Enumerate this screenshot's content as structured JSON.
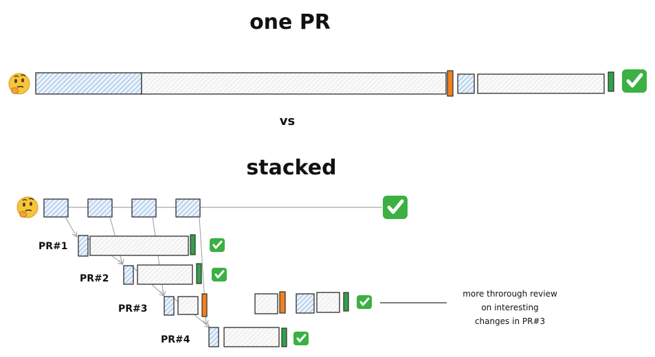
{
  "diagram": {
    "title_one": "one PR",
    "vs_label": "vs",
    "title_stacked": "stacked",
    "pr_labels": [
      "PR#1",
      "PR#2",
      "PR#3",
      "PR#4"
    ],
    "note": {
      "line1": "more throrough review",
      "line2": "on interesting",
      "line3": "changes in PR#3"
    },
    "emoji": {
      "thinking": "🤔",
      "check": "✓"
    },
    "colors": {
      "blue_hatch": "#9fc3e8",
      "grey_hatch": "#cfcfcf",
      "orange": "#f2801e",
      "green": "#35a04a",
      "check_bg": "#3cb043",
      "thinking_face": "#f5c63c"
    }
  }
}
